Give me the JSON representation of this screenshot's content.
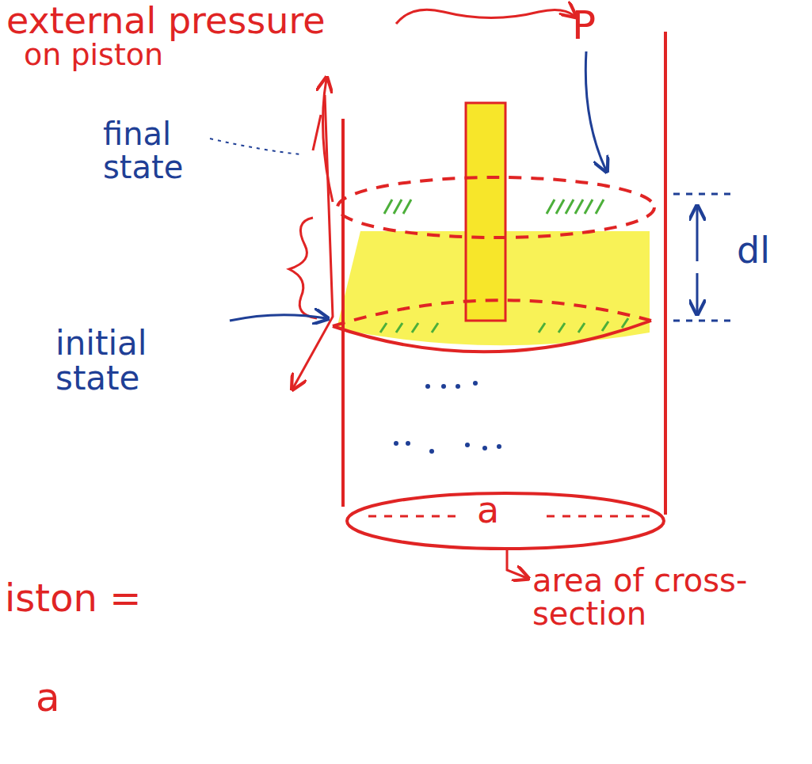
{
  "diagram": {
    "labels": [
      "external pressure",
      "on piston",
      "P",
      "final state",
      "initial state",
      "dl",
      "a",
      "area of cross-section",
      "iston =",
      "a"
    ]
  }
}
